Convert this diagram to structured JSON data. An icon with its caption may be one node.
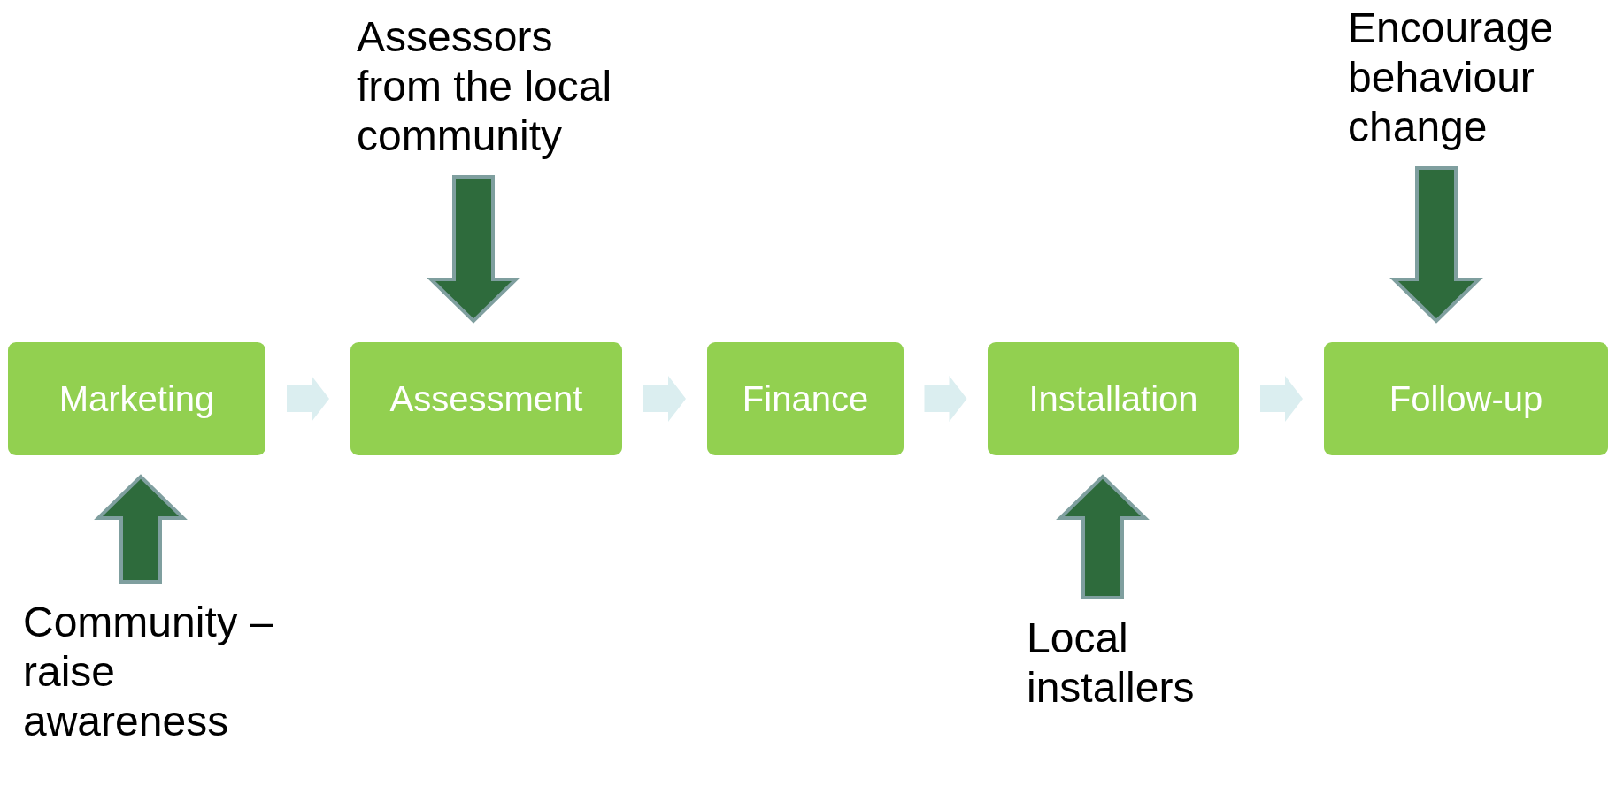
{
  "diagram": {
    "nodes": [
      {
        "text": [
          "Marketing"
        ]
      },
      {
        "text": [
          "Assessment"
        ]
      },
      {
        "text": [
          "Finance"
        ]
      },
      {
        "text": [
          "Installation"
        ]
      },
      {
        "text": [
          "Follow-up"
        ]
      },
      {
        "text": [
          "Community – raise awareness"
        ]
      },
      {
        "text": [
          "Assessors from the local community"
        ]
      },
      {
        "text": [
          "Local installers"
        ]
      },
      {
        "text": [
          "Encourage behaviour change"
        ]
      }
    ],
    "edges": [
      {
        "from": 0,
        "to": 1,
        "arrow": "to"
      },
      {
        "from": 1,
        "to": 2,
        "arrow": "to"
      },
      {
        "from": 2,
        "to": 3,
        "arrow": "to"
      },
      {
        "from": 3,
        "to": 4,
        "arrow": "to"
      },
      {
        "from": 5,
        "to": 0,
        "arrow": "to",
        "style": "thick",
        "color": "#2e6b3c"
      },
      {
        "from": 6,
        "to": 1,
        "arrow": "to",
        "style": "thick",
        "color": "#2e6b3c"
      },
      {
        "from": 7,
        "to": 3,
        "arrow": "to",
        "style": "thick",
        "color": "#2e6b3c"
      },
      {
        "from": 8,
        "to": 4,
        "arrow": "to",
        "style": "thick",
        "color": "#2e6b3c"
      }
    ]
  }
}
